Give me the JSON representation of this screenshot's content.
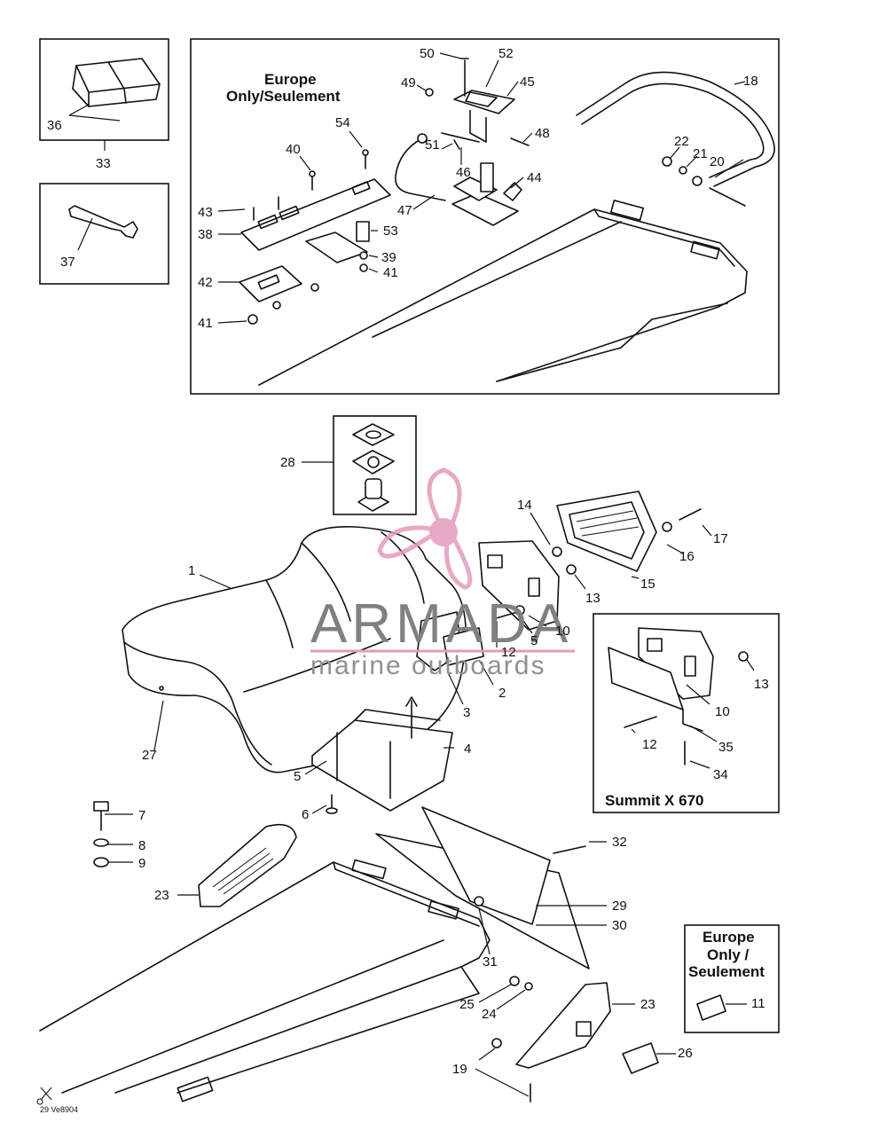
{
  "boxes": {
    "europe_top": "Europe Only/Seulement",
    "europe_top_line1": "Europe",
    "europe_top_line2": "Only/Seulement",
    "summit": "Summit X 670",
    "europe_br_line1": "Europe",
    "europe_br_line2": "Only /",
    "europe_br_line3": "Seulement"
  },
  "watermark": {
    "name": "ARMADA",
    "tagline": "marine outboards"
  },
  "drawing_code": "29 Ve8904",
  "parts": [
    {
      "id": "p1",
      "label": "1"
    },
    {
      "id": "p2",
      "label": "2"
    },
    {
      "id": "p3",
      "label": "3"
    },
    {
      "id": "p4",
      "label": "4"
    },
    {
      "id": "p5a",
      "label": "5"
    },
    {
      "id": "p5b",
      "label": "5"
    },
    {
      "id": "p6",
      "label": "6"
    },
    {
      "id": "p7",
      "label": "7"
    },
    {
      "id": "p8",
      "label": "8"
    },
    {
      "id": "p9",
      "label": "9"
    },
    {
      "id": "p10a",
      "label": "10"
    },
    {
      "id": "p10b",
      "label": "10"
    },
    {
      "id": "p11",
      "label": "11"
    },
    {
      "id": "p12a",
      "label": "12"
    },
    {
      "id": "p12b",
      "label": "12"
    },
    {
      "id": "p13a",
      "label": "13"
    },
    {
      "id": "p13b",
      "label": "13"
    },
    {
      "id": "p14",
      "label": "14"
    },
    {
      "id": "p15",
      "label": "15"
    },
    {
      "id": "p16",
      "label": "16"
    },
    {
      "id": "p17",
      "label": "17"
    },
    {
      "id": "p18",
      "label": "18"
    },
    {
      "id": "p19",
      "label": "19"
    },
    {
      "id": "p20",
      "label": "20"
    },
    {
      "id": "p21",
      "label": "21"
    },
    {
      "id": "p22",
      "label": "22"
    },
    {
      "id": "p23a",
      "label": "23"
    },
    {
      "id": "p23b",
      "label": "23"
    },
    {
      "id": "p24",
      "label": "24"
    },
    {
      "id": "p25",
      "label": "25"
    },
    {
      "id": "p26",
      "label": "26"
    },
    {
      "id": "p27",
      "label": "27"
    },
    {
      "id": "p28",
      "label": "28"
    },
    {
      "id": "p29",
      "label": "29"
    },
    {
      "id": "p30",
      "label": "30"
    },
    {
      "id": "p31",
      "label": "31"
    },
    {
      "id": "p32",
      "label": "32"
    },
    {
      "id": "p33",
      "label": "33"
    },
    {
      "id": "p34",
      "label": "34"
    },
    {
      "id": "p35",
      "label": "35"
    },
    {
      "id": "p36",
      "label": "36"
    },
    {
      "id": "p37",
      "label": "37"
    },
    {
      "id": "p38",
      "label": "38"
    },
    {
      "id": "p39",
      "label": "39"
    },
    {
      "id": "p40",
      "label": "40"
    },
    {
      "id": "p41a",
      "label": "41"
    },
    {
      "id": "p41b",
      "label": "41"
    },
    {
      "id": "p42",
      "label": "42"
    },
    {
      "id": "p43",
      "label": "43"
    },
    {
      "id": "p44",
      "label": "44"
    },
    {
      "id": "p45",
      "label": "45"
    },
    {
      "id": "p46",
      "label": "46"
    },
    {
      "id": "p47",
      "label": "47"
    },
    {
      "id": "p48",
      "label": "48"
    },
    {
      "id": "p49",
      "label": "49"
    },
    {
      "id": "p50",
      "label": "50"
    },
    {
      "id": "p51",
      "label": "51"
    },
    {
      "id": "p52",
      "label": "52"
    },
    {
      "id": "p53",
      "label": "53"
    },
    {
      "id": "p54",
      "label": "54"
    }
  ],
  "colors": {
    "line": "#111111",
    "watermark_pink": "#e39bbd",
    "watermark_gray": "#808080"
  }
}
